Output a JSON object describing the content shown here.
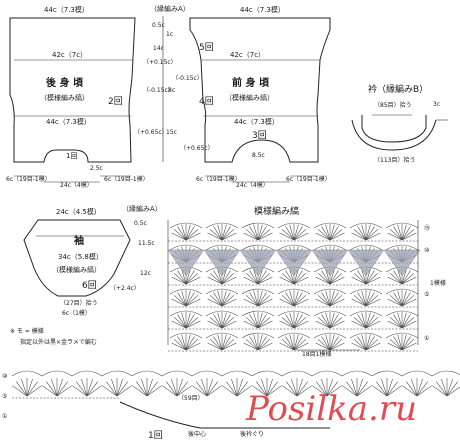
{
  "back": {
    "top_width": "44c（7.3模）",
    "inner_width": "42c（7c）",
    "title": "後 身 頃",
    "pattern": "（模様編み縞）",
    "row_count": "2回",
    "bottom_width": "44c（7.3模）",
    "center_count": "1回",
    "slope": "2.5c",
    "left_edge": "6c（19目-1模）",
    "center_width": "24c（4模）",
    "right_edge": "6c（19目-1模）"
  },
  "front": {
    "top_width": "44c（7.3模）",
    "row_top": "5回",
    "inner_width": "42c（7c）",
    "title": "前 身 頃",
    "pattern": "（模様編み縞）",
    "row_mid": "4回",
    "bottom_width": "44c（7.3模）",
    "center_count": "3回",
    "depth": "8.5c",
    "left_edge": "6c（19目-1模）",
    "center_width": "24c（4模）",
    "right_edge": "6c（19目-1模）"
  },
  "center_labels": {
    "knit": "（縁編みA）",
    "l1": "0.5c",
    "l2": "1c",
    "l3": "14c",
    "l4": "（+0.15c）",
    "l5": "（-0.15c）",
    "l6": "8c",
    "l7": "（-0.15c）",
    "l8": "15c",
    "l9": "（+0.65c）",
    "l10": "（+0.65c）"
  },
  "collar": {
    "title": "衿（縁編みB）",
    "top_label": "（85目）拾う",
    "side": "3c",
    "bottom_label": "（113目）拾う"
  },
  "sleeve": {
    "top_width": "24c（4.5模）",
    "edge": "（縁編みA）",
    "title": "袖",
    "width": "34c（5.8模）",
    "pattern": "（模様編み縞）",
    "row_count": "6回",
    "bottom": "（27目）拾う",
    "cuff": "6c（1模）",
    "plus": "（+2.4c）",
    "side1": "0.5c",
    "side2": "11.5c",
    "side3": "12c"
  },
  "notes": {
    "note1": "※ モ = 模様",
    "note2": "指定以外は黒×金ラメで編む"
  },
  "chart": {
    "title": "模様編み縞",
    "repeat": "18目1模様",
    "legend": "1模様",
    "row_marks": [
      "⑮",
      "⑩",
      "⑤",
      "①"
    ],
    "bottom_labels": [
      "1回",
      "（59目）",
      "後中心",
      "後衿ぐり"
    ],
    "left_marks": [
      "⑩",
      "⑤",
      "①"
    ]
  },
  "watermark": "Posilka.ru"
}
